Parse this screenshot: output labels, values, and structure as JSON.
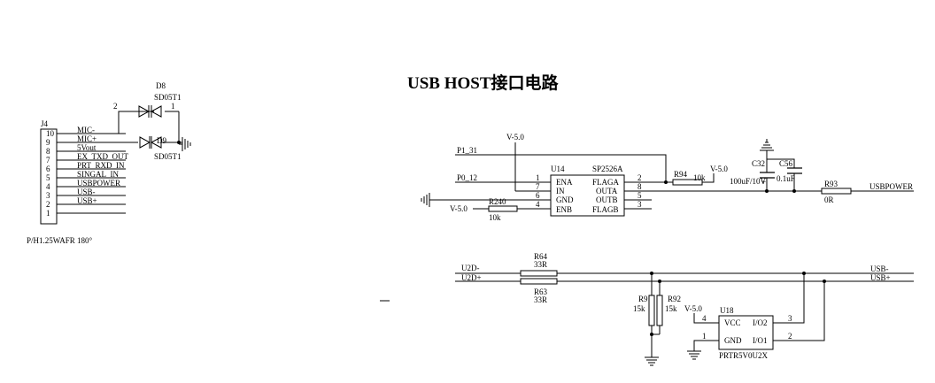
{
  "title": "USB HOST接口电路",
  "connector": {
    "ref": "J4",
    "part": "P/H1.25WAFR 180°",
    "pins": [
      {
        "num": "10",
        "net": "MIC-"
      },
      {
        "num": "9",
        "net": "MIC+"
      },
      {
        "num": "8",
        "net": "5Vout"
      },
      {
        "num": "7",
        "net": "EX_TXD_OUT"
      },
      {
        "num": "6",
        "net": "PRT_RXD_IN"
      },
      {
        "num": "5",
        "net": "SINGAL_IN"
      },
      {
        "num": "4",
        "net": "USBPOWER"
      },
      {
        "num": "3",
        "net": "USB-"
      },
      {
        "num": "2",
        "net": "USB+"
      },
      {
        "num": "1",
        "net": ""
      }
    ]
  },
  "diodes": [
    {
      "ref": "D8",
      "part": "SD05T1",
      "pin_a": "2",
      "pin_b": "1"
    },
    {
      "ref": "D9",
      "part": "SD05T1"
    }
  ],
  "switch_ic": {
    "ref": "U14",
    "part": "SP2526A",
    "left_pins": [
      {
        "num": "1",
        "name": "ENA"
      },
      {
        "num": "7",
        "name": "IN"
      },
      {
        "num": "6",
        "name": "GND"
      },
      {
        "num": "4",
        "name": "ENB"
      }
    ],
    "right_pins": [
      {
        "num": "2",
        "name": "FLAGA"
      },
      {
        "num": "8",
        "name": "OUTA"
      },
      {
        "num": "5",
        "name": "OUTB"
      },
      {
        "num": "3",
        "name": "FLAGB"
      }
    ]
  },
  "nets": {
    "p1_31": "P1_31",
    "p0_12": "P0_12",
    "v5_a": "V-5.0",
    "v5_b": "V-5.0",
    "v5_c": "V-5.0",
    "v5_d": "V-5.0",
    "usbpower": "USBPOWER",
    "u2d_minus": "U2D-",
    "u2d_plus": "U2D+",
    "usb_minus": "USB-",
    "usb_plus": "USB+"
  },
  "resistors": {
    "r240": {
      "ref": "R240",
      "value": "10k"
    },
    "r94": {
      "ref": "R94",
      "value": "10k"
    },
    "r93": {
      "ref": "R93",
      "value": "0R"
    },
    "r64": {
      "ref": "R64",
      "value": "33R"
    },
    "r63": {
      "ref": "R63",
      "value": "33R"
    },
    "r9": {
      "ref": "R9",
      "value": "15k"
    },
    "r92": {
      "ref": "R92",
      "value": "15k"
    }
  },
  "capacitors": {
    "c32": {
      "ref": "C32",
      "value": "100uF/10V"
    },
    "c56": {
      "ref": "C56",
      "value": "0.1uF"
    }
  },
  "tvs_ic": {
    "ref": "U18",
    "part": "PRTR5V0U2X",
    "left_pins": [
      {
        "num": "4",
        "name": "VCC"
      },
      {
        "num": "1",
        "name": "GND"
      }
    ],
    "right_pins": [
      {
        "num": "3",
        "name": "I/O2"
      },
      {
        "num": "2",
        "name": "I/O1"
      }
    ]
  }
}
